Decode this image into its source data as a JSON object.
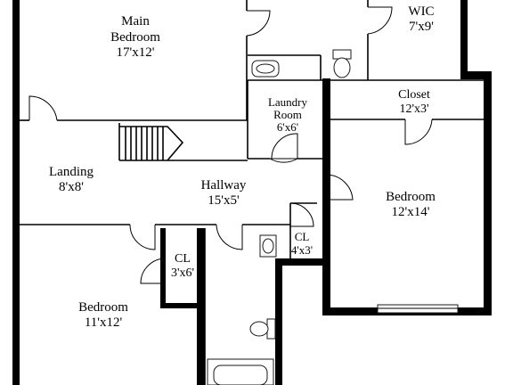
{
  "floorplan": {
    "rooms": [
      {
        "id": "main_bedroom",
        "name_lines": [
          "Main",
          "Bedroom"
        ],
        "size": "17'x12'"
      },
      {
        "id": "wic",
        "name_lines": [
          "WIC"
        ],
        "size": "7'x9'"
      },
      {
        "id": "laundry",
        "name_lines": [
          "Laundry",
          "Room"
        ],
        "size": "6'x6'"
      },
      {
        "id": "closet",
        "name_lines": [
          "Closet"
        ],
        "size": "12'x3'"
      },
      {
        "id": "landing",
        "name_lines": [
          "Landing"
        ],
        "size": "8'x8'"
      },
      {
        "id": "hallway",
        "name_lines": [
          "Hallway"
        ],
        "size": "15'x5'"
      },
      {
        "id": "bedroom_right",
        "name_lines": [
          "Bedroom"
        ],
        "size": "12'x14'"
      },
      {
        "id": "cl_left",
        "name_lines": [
          "CL"
        ],
        "size": "3'x6'"
      },
      {
        "id": "cl_right",
        "name_lines": [
          "CL"
        ],
        "size": "4'x3'"
      },
      {
        "id": "bedroom_left",
        "name_lines": [
          "Bedroom"
        ],
        "size": "11'x12'"
      }
    ],
    "colors": {
      "wall": "#000000",
      "background": "#ffffff"
    }
  }
}
